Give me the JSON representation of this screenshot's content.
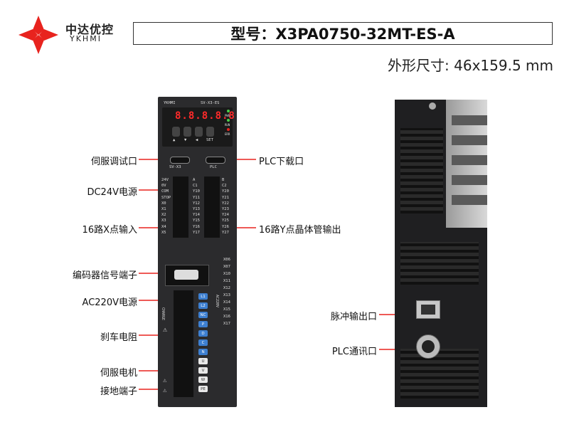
{
  "brand": {
    "name_cn": "中达优控",
    "name_en": "YKHMI"
  },
  "model": {
    "text": "型号：X3PA0750-32MT-ES-A"
  },
  "size": {
    "text": "外形尺寸: 46x159.5 mm"
  },
  "front_labels": {
    "servo_port": "伺服调试口",
    "dc24v": "DC24V电源",
    "x_inputs": "16路X点输入",
    "encoder": "编码器信号端子",
    "ac220v": "AC220V电源",
    "brake": "刹车电阻",
    "motor": "伺服电机",
    "ground": "接地端子",
    "plc_port": "PLC下载口",
    "y_outputs": "16路Y点晶体管输出"
  },
  "side_labels": {
    "pulse_out": "脉冲输出口",
    "plc_comm": "PLC通讯口"
  },
  "device": {
    "brand": "YKHMI",
    "model": "SV-X3-ES",
    "display": "8.8.8.8.8",
    "led_pwr": "PWR",
    "led_run": "RUN",
    "led_err": "ERR",
    "key_set": "SET",
    "port_left": "SV-X3",
    "port_right": "PLC",
    "left_terms": [
      "24V",
      "0V",
      "COM",
      "STOP",
      "X0",
      "X1",
      "X2",
      "X3",
      "X4",
      "X5"
    ],
    "mid_terms": [
      "A",
      "C1",
      "Y10",
      "Y11",
      "Y12",
      "Y13",
      "Y14",
      "Y15",
      "Y16",
      "Y17"
    ],
    "right_terms": [
      "B",
      "C2",
      "Y20",
      "Y21",
      "Y22",
      "Y23",
      "Y24",
      "Y25",
      "Y26",
      "Y27"
    ],
    "x_terms": [
      "X06",
      "X07",
      "X10",
      "X11",
      "X12",
      "X13",
      "X14",
      "X15",
      "X16",
      "X17"
    ],
    "power_terms": [
      "L1",
      "L2",
      "NC",
      "P",
      "D",
      "C",
      "N",
      "U",
      "V",
      "W",
      "PE"
    ],
    "charge": "CHARGE",
    "ac_mark": "AC220V"
  },
  "colors": {
    "accent": "#e8231e",
    "pill_blue": "#3d7fd0"
  }
}
